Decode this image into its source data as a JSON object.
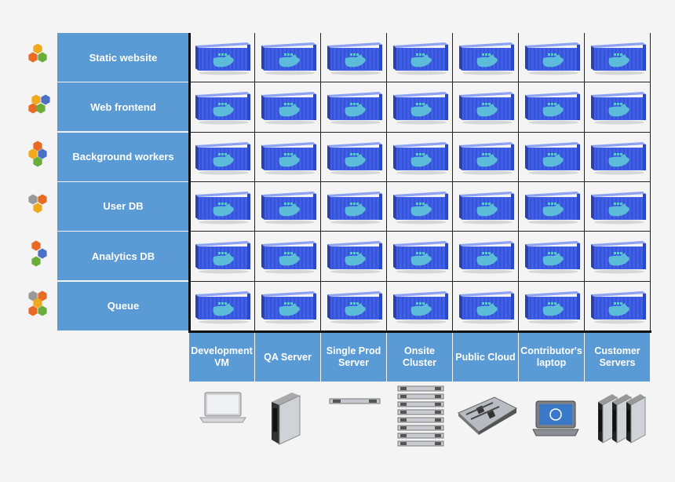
{
  "rows": [
    {
      "label": "Static website",
      "icon": "hexagon-cluster-icon",
      "hex_colors": [
        "#f0a81c",
        "#e86a24",
        "#6aad3a"
      ]
    },
    {
      "label": "Web frontend",
      "icon": "hexagon-cluster-icon",
      "hex_colors": [
        "#f0a81c",
        "#4a6fc7",
        "#e86a24",
        "#6aad3a"
      ]
    },
    {
      "label": "Background workers",
      "icon": "hexagon-cluster-icon",
      "hex_colors": [
        "#e86a24",
        "#f0a81c",
        "#4a6fc7",
        "#6aad3a"
      ]
    },
    {
      "label": "User DB",
      "icon": "hexagon-cluster-icon",
      "hex_colors": [
        "#999999",
        "#e86a24",
        "#f0a81c"
      ]
    },
    {
      "label": "Analytics  DB",
      "icon": "hexagon-cluster-icon",
      "hex_colors": [
        "#e86a24",
        "#4a6fc7",
        "#6aad3a"
      ]
    },
    {
      "label": "Queue",
      "icon": "hexagon-cluster-icon",
      "hex_colors": [
        "#999999",
        "#e86a24",
        "#f0a81c",
        "#e86a24",
        "#6aad3a"
      ]
    }
  ],
  "columns": [
    {
      "label": "Development VM",
      "hardware_icon": "laptop-icon"
    },
    {
      "label": "QA  Server",
      "hardware_icon": "blade-server-icon"
    },
    {
      "label": "Single Prod Server",
      "hardware_icon": "rack-server-icon"
    },
    {
      "label": "Onsite Cluster",
      "hardware_icon": "server-stack-icon"
    },
    {
      "label": "Public Cloud",
      "hardware_icon": "motherboard-icon"
    },
    {
      "label": "Contributor's laptop",
      "hardware_icon": "dell-laptop-icon"
    },
    {
      "label": "Customer Servers",
      "hardware_icon": "blade-servers-icon"
    }
  ],
  "cell_icon": "shipping-container-icon",
  "colors": {
    "label_bg": "#5b9bd5",
    "container_blue": "#3f5fe6",
    "whale": "#5fc7d8"
  }
}
